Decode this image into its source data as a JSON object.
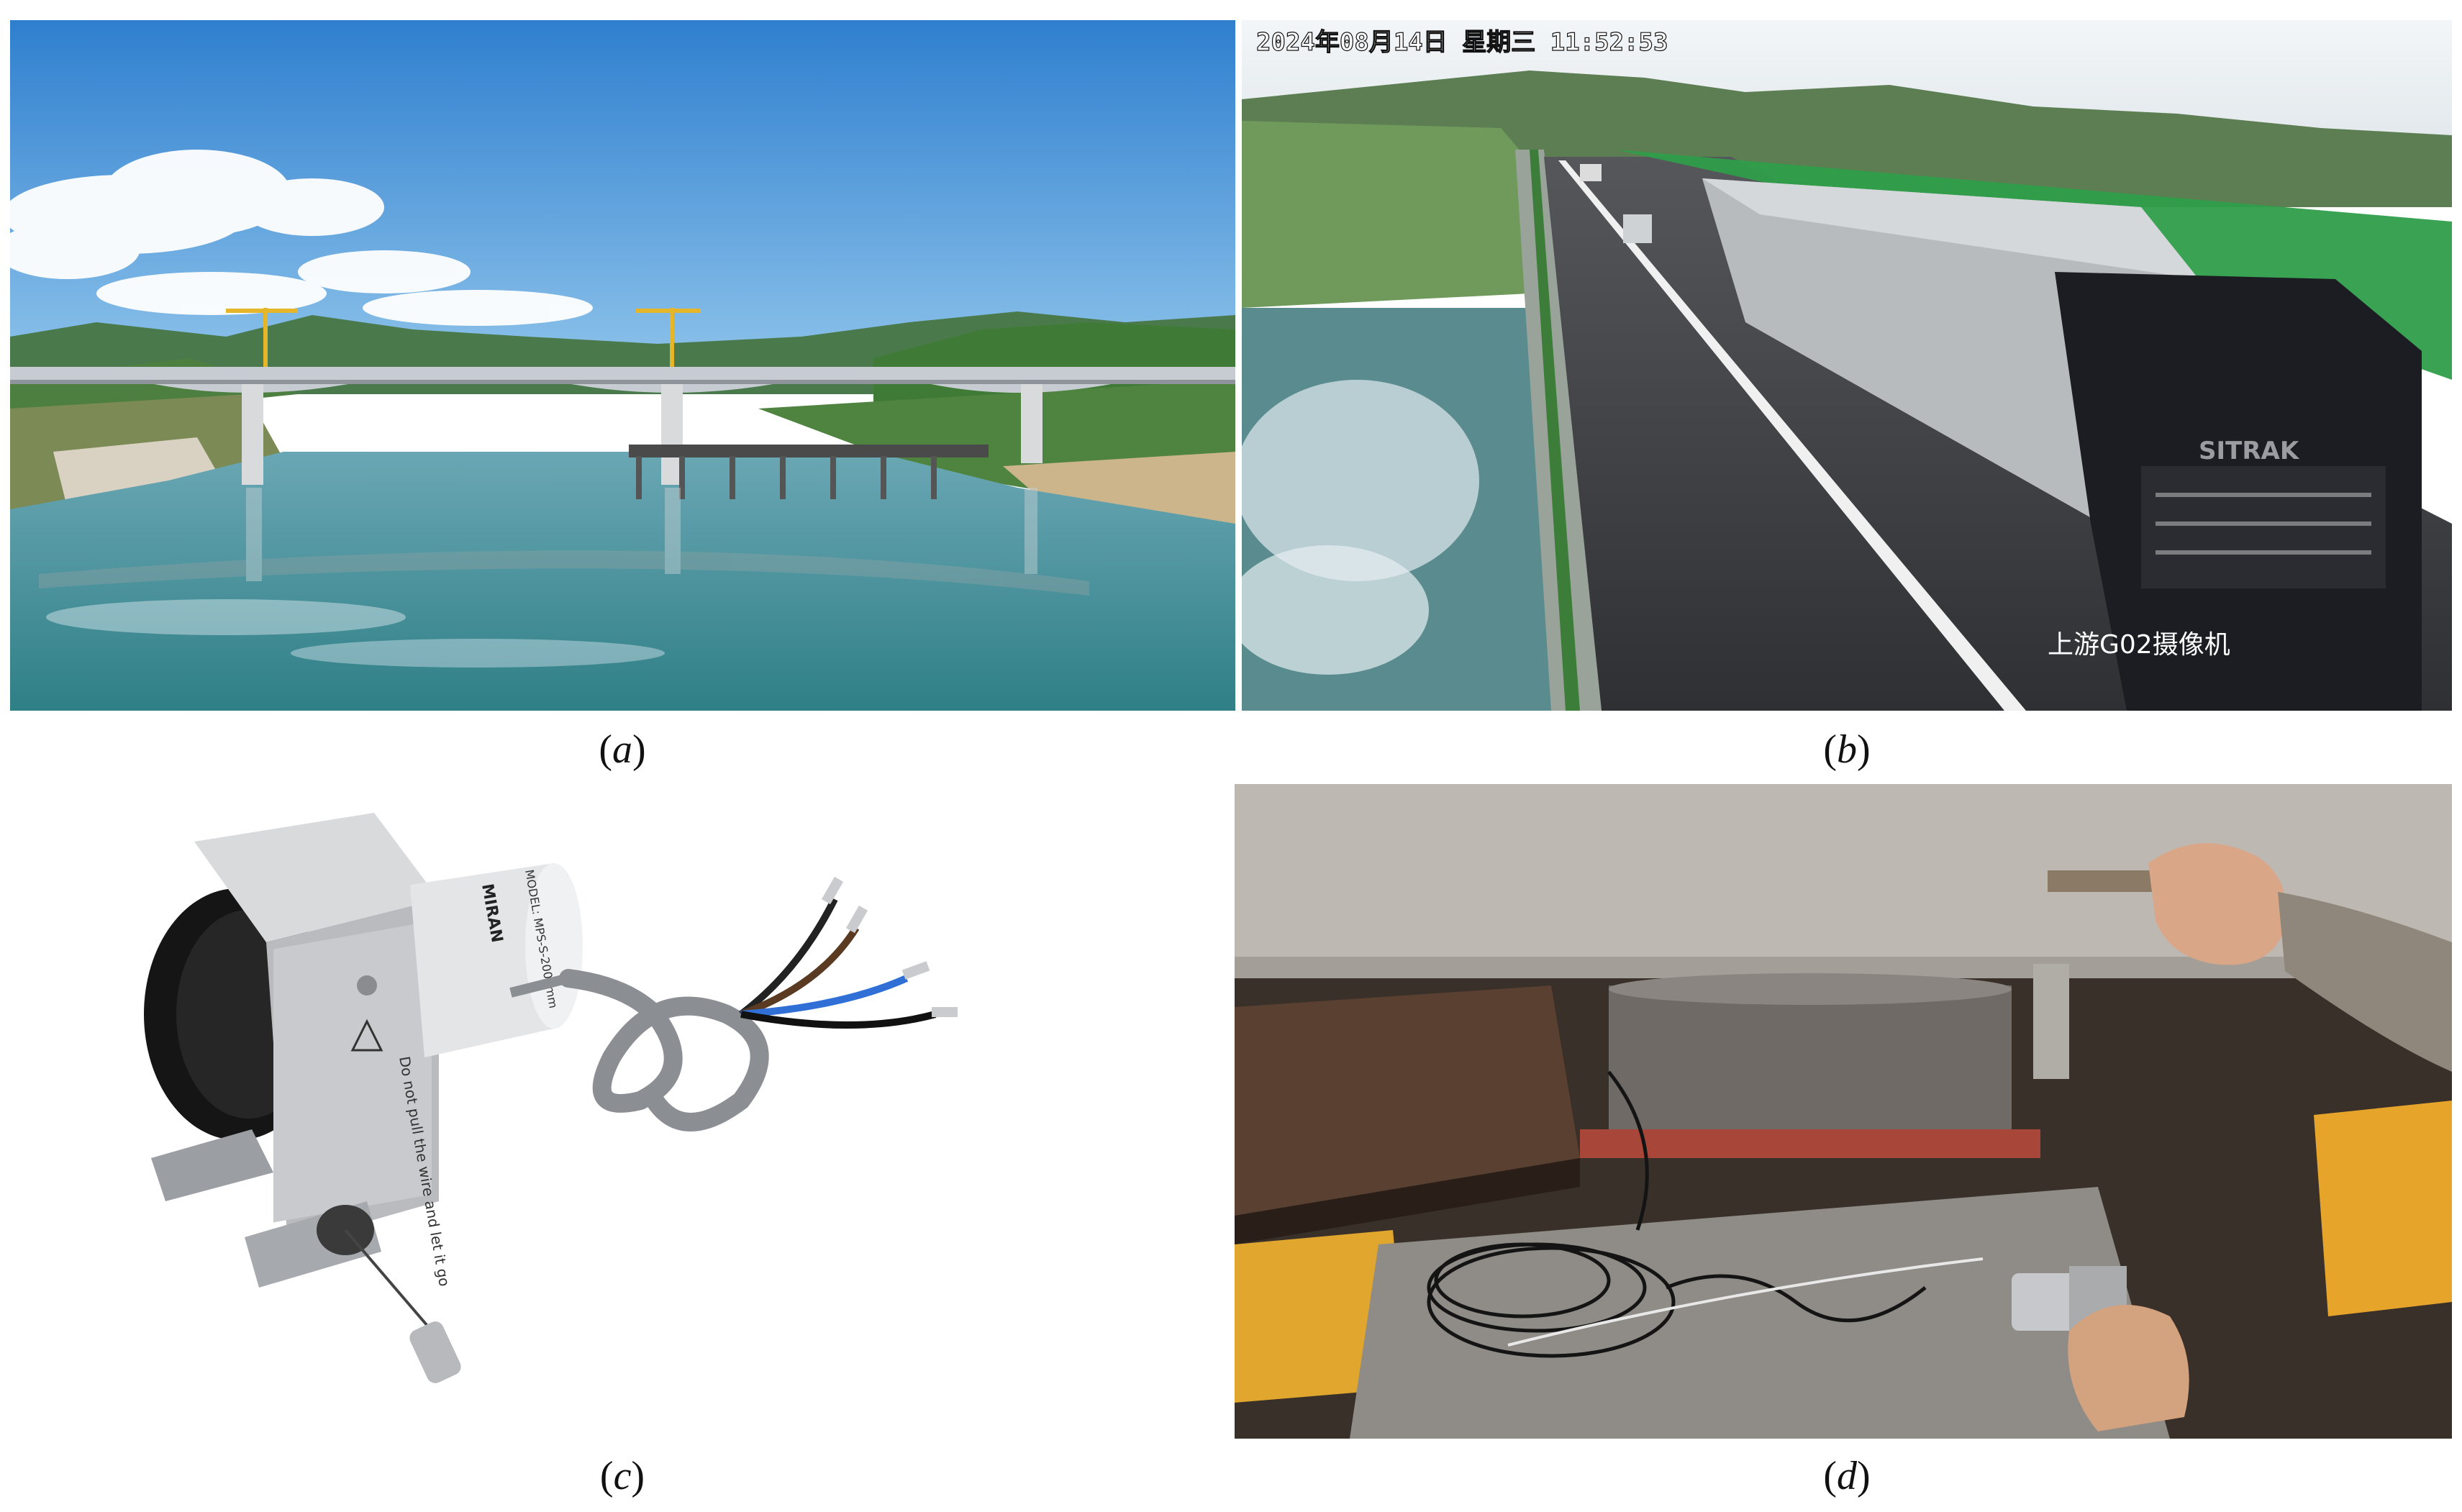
{
  "panels": {
    "a": {
      "caption_open": "(",
      "caption_letter": "a",
      "caption_close": ")"
    },
    "b": {
      "caption_open": "(",
      "caption_letter": "b",
      "caption_close": ")",
      "timestamp": "2024年08月14日  星期三  11:52:53",
      "camera_label": "上游G02摄像机",
      "truck_brand": "SITRAK"
    },
    "c": {
      "caption_open": "(",
      "caption_letter": "c",
      "caption_close": ")",
      "label_model": "MODEL: MPS-S-2000mm",
      "label_brand": "MIRAN",
      "warning_text": "Do not pull the wire and let it go"
    },
    "d": {
      "caption_open": "(",
      "caption_letter": "d",
      "caption_close": ")"
    }
  },
  "colors": {
    "sky": "#3d8fd6",
    "water": "#3c8a93",
    "road": "#3a3b3e",
    "fence_green": "#2e9e4a",
    "concrete": "#b9b5ad"
  }
}
